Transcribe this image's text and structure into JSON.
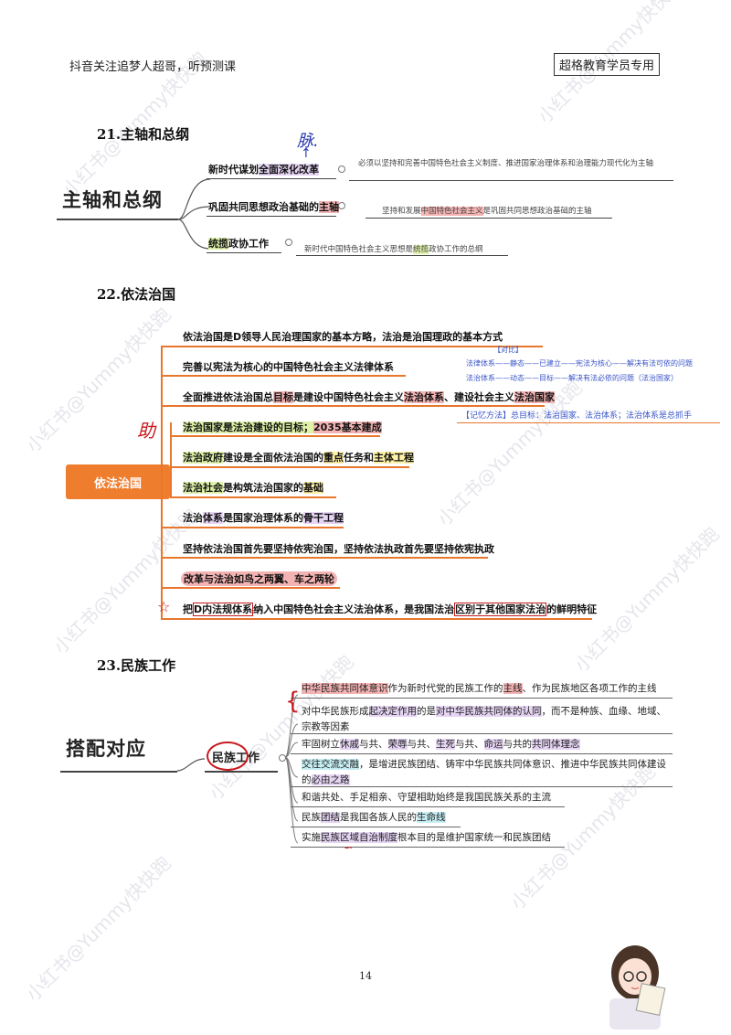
{
  "header": {
    "left": "抖音关注追梦人超哥，听预测课",
    "right": "超格教育学员专用"
  },
  "section21": {
    "title": "21.主轴和总纲",
    "root": "主轴和总纲",
    "handwriting": "脉.",
    "items": [
      {
        "label": "新时代谋划全面深化改革",
        "note": "必须以坚持和完善中国特色社会主义制度、推进国家治理体系和治理能力现代化为主轴"
      },
      {
        "label": "巩固共同思想政治基础的主轴",
        "note": "坚持和发展中国特色社会主义是巩固共同思想政治基础的主轴"
      },
      {
        "label": "统揽政协工作",
        "note": "新时代中国特色社会主义思想是统揽政协工作的总纲"
      }
    ]
  },
  "section22": {
    "title": "22.依法治国",
    "root": "依法治国",
    "handwriting": "助",
    "star": "☆",
    "items": [
      "依法治国是D领导人民治理国家的基本方略，法治是治国理政的基本方式",
      "完善以宪法为核心的中国特色社会主义法律体系",
      "全面推进依法治国总目标是建设中国特色社会主义法治体系、建设社会主义法治国家",
      "法治国家是法治建设的目标；2035基本建成",
      "法治政府建设是全面依法治国的重点任务和主体工程",
      "法治社会是构筑法治国家的基础",
      "法治体系是国家治理体系的骨干工程",
      "坚持依法治国首先要坚持依宪治国，坚持依法执政首先要坚持依宪执政",
      "改革与法治如鸟之两翼、车之两轮",
      "把D内法规体系纳入中国特色社会主义法治体系，是我国法治区别于其他国家法治的鲜明特征"
    ],
    "compare": {
      "tag": "【对比】",
      "line1": "法律体系——静态——已建立——宪法为核心——解决有法可依的问题",
      "line2": "法治体系——动态——目标——解决有法必依的问题（法治国家）"
    },
    "memory": {
      "tag": "【记忆方法】",
      "text": "总目标：法治国家、法治体系；法治体系是总抓手"
    }
  },
  "section23": {
    "title": "23.民族工作",
    "root": "搭配对应",
    "node": "民族工作",
    "items": [
      "中华民族共同体意识作为新时代党的民族工作的主线、作为民族地区各项工作的主线",
      "对中华民族形成起决定作用的是对中华民族共同体的认同，而不是种族、血缘、地域、宗教等因素",
      "牢固树立休戚与共、荣辱与共、生死与共、命运与共的共同体理念",
      "交往交流交融，是增进民族团结、铸牢中华民族共同体意识、推进中华民族共同体建设的必由之路",
      "和谐共处、手足相亲、守望相助始终是我国民族关系的主流",
      "民族团结是我国各族人民的生命线",
      "实施民族区域自治制度根本目的是维护国家统一和民族团结"
    ]
  },
  "footer": {
    "page_number": "14",
    "watermark": "小红书@Yummy快快跑"
  },
  "colors": {
    "orange": "#ef7d2e",
    "purple_highlight": "#e5d4f3",
    "red_highlight": "#f4b3b3",
    "green_highlight": "#dff2a8",
    "handwriting_blue": "#2a3bb0",
    "handwriting_red": "#c8191e"
  }
}
